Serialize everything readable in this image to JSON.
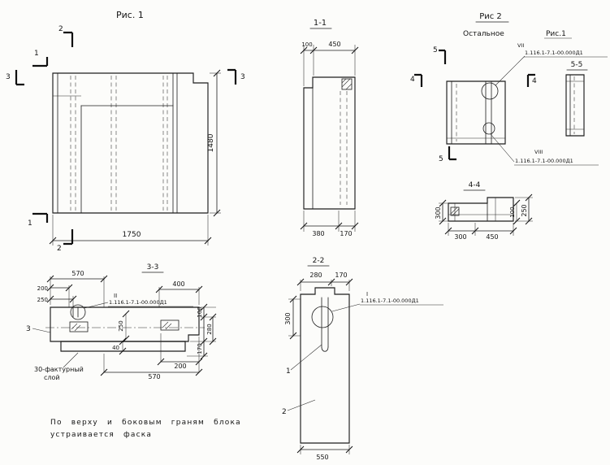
{
  "fig1": {
    "title": "Рис. 1",
    "dim_width": "1750",
    "dim_height": "1480",
    "marker_1": "1",
    "marker_2": "2",
    "marker_3": "3"
  },
  "sec11": {
    "title": "1-1",
    "dim_top_left": "100",
    "dim_top_right": "450",
    "dim_bottom_left": "380",
    "dim_bottom_right": "170"
  },
  "fig2": {
    "title": "Рис 2",
    "note_left": "Остальное",
    "note_right": "Рис.1",
    "callout_top_label": "VII",
    "callout_bottom_label": "VIII",
    "doc_ref": "1.116.1-7.1-00.000Д1",
    "marker_4": "4",
    "marker_5": "5"
  },
  "sec55": {
    "title": "5-5"
  },
  "sec44": {
    "title": "4-4",
    "dim_left": "300",
    "dim_step": "100",
    "dim_right": "250",
    "dim_bottom_left": "300",
    "dim_bottom_right": "450"
  },
  "sec33": {
    "title": "3-3",
    "dim_top_570": "570",
    "dim_top_200": "200",
    "dim_top_250": "250",
    "dim_top_400": "400",
    "dim_right_100": "100",
    "dim_right_280": "280",
    "dim_right_170": "170",
    "dim_inner_250": "250",
    "dim_40": "40",
    "dim_bottom_200": "200",
    "dim_bottom_570": "570",
    "marker_3": "3",
    "callout_label": "II",
    "doc_ref": "1.116.1-7.1-00.000Д1",
    "note_line1": "30-фактурный",
    "note_line2": "слой"
  },
  "sec22": {
    "title": "2-2",
    "dim_top_left": "280",
    "dim_top_right": "170",
    "dim_left": "300",
    "dim_bottom": "550",
    "part_1": "1",
    "part_2": "2",
    "callout_label": "I",
    "doc_ref": "1.116.1-7.1-00.000Д1"
  },
  "note": {
    "line1": "По верху и боковым граням блока",
    "line2": "устраивается фаска"
  }
}
